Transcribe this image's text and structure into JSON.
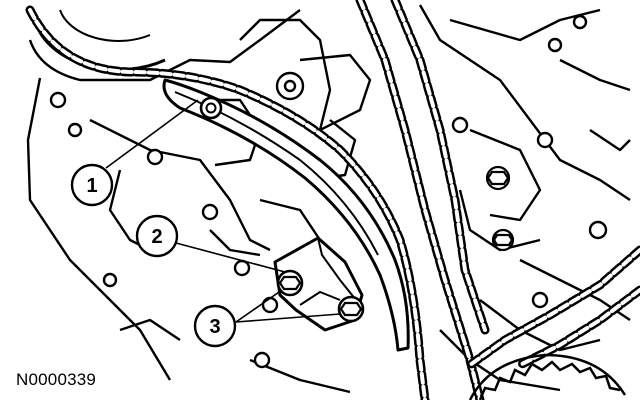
{
  "figure_id": "N0000339",
  "callouts": [
    {
      "label": "1",
      "name": "timing-chain-guide"
    },
    {
      "label": "2",
      "name": "tensioner"
    },
    {
      "label": "3",
      "name": "tensioner-bolts"
    }
  ],
  "colors": {
    "ink": "#000000",
    "paper": "#ffffff"
  }
}
